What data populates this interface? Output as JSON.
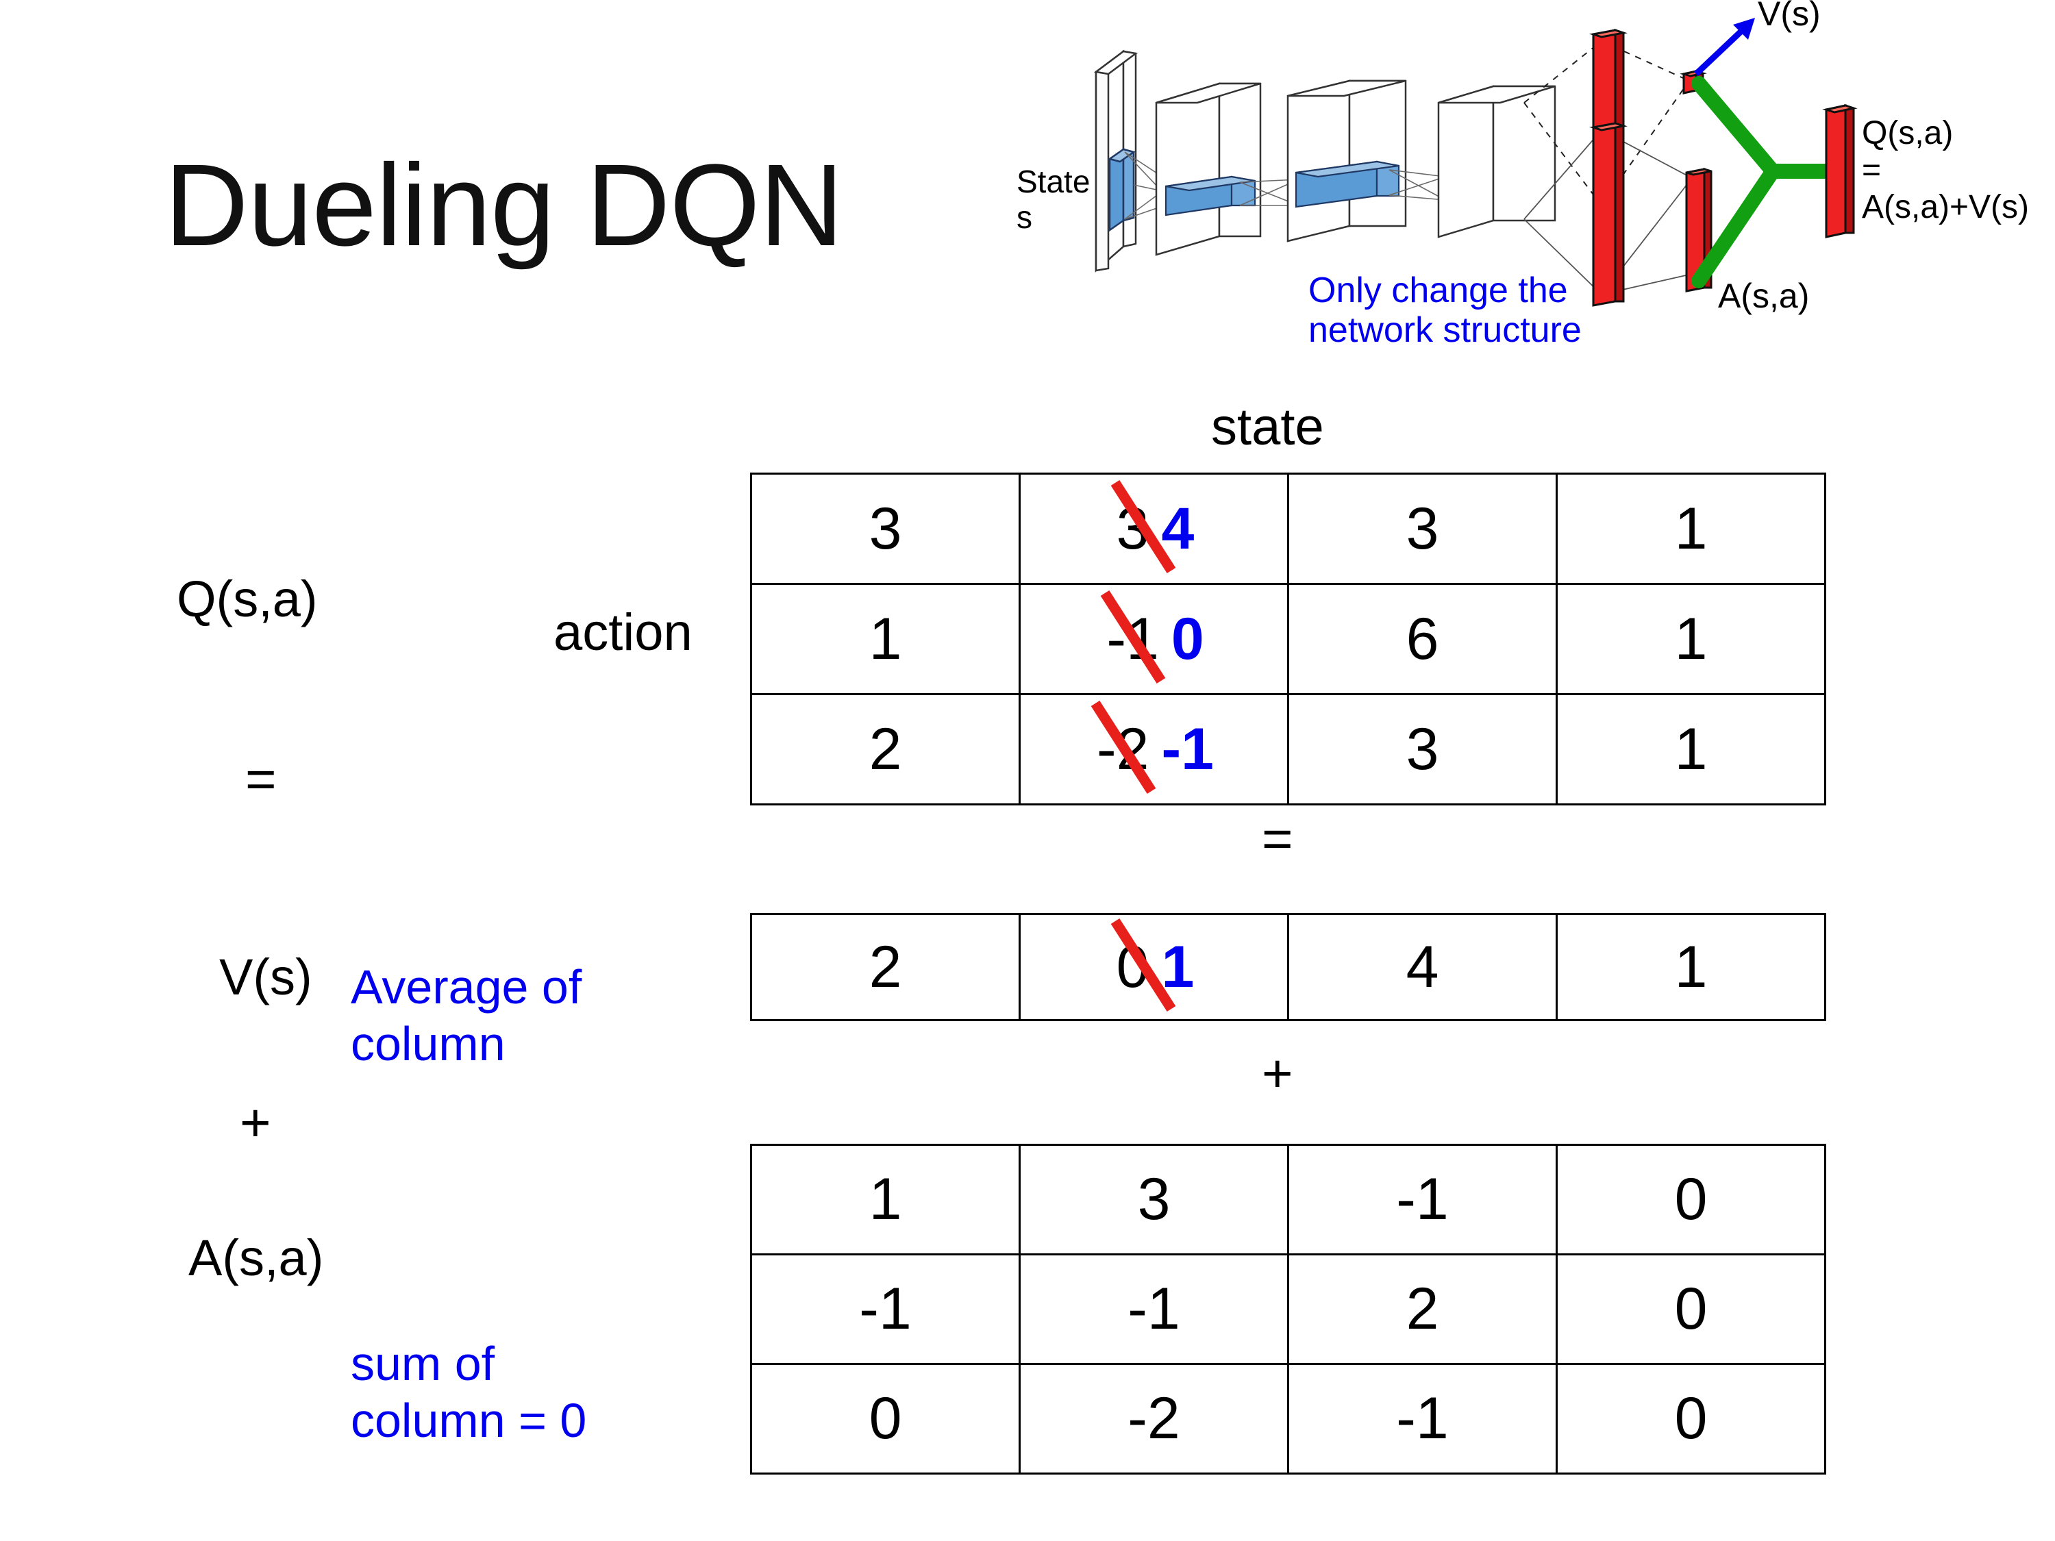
{
  "slide": {
    "title": "Dueling DQN"
  },
  "diagram": {
    "state_label": "State\ns",
    "note": "Only change the\nnetwork structure",
    "v_output_label": "V(s)",
    "a_output_label": "A(s,a)",
    "q_output_label": "Q(s,a)\n= A(s,a)+V(s)",
    "colors": {
      "filter_blue": "#5B9BD5",
      "bar_red": "#EE2222",
      "merge_green": "#12A012",
      "arrow_blue": "#0000EE"
    }
  },
  "labels": {
    "q_label": "Q(s,a)",
    "v_label": "V(s)",
    "a_label": "A(s,a)",
    "action_axis": "action",
    "state_axis": "state",
    "equals_top": "=",
    "plus_left": "+",
    "equals_mid": "=",
    "plus_mid": "+",
    "note_v": "Average of\ncolumn",
    "note_a": "sum of\ncolumn = 0"
  },
  "colors": {
    "correction_blue": "#0000EE",
    "strike_red": "#E8201C",
    "note_blue": "#0000EE",
    "border_black": "#000000"
  },
  "chart_data": {
    "type": "table",
    "title": "Dueling DQN decomposition Q(s,a) = V(s) + A(s,a)",
    "xlabel": "state",
    "ylabel": "action",
    "tables": [
      {
        "name": "Q(s,a)",
        "rows": [
          [
            {
              "value": "3"
            },
            {
              "value": "3",
              "corrected": "4",
              "struck": true
            },
            {
              "value": "3"
            },
            {
              "value": "1"
            }
          ],
          [
            {
              "value": "1"
            },
            {
              "value": "-1",
              "corrected": "0",
              "struck": true
            },
            {
              "value": "6"
            },
            {
              "value": "1"
            }
          ],
          [
            {
              "value": "2"
            },
            {
              "value": "-2",
              "corrected": "-1",
              "struck": true
            },
            {
              "value": "3"
            },
            {
              "value": "1"
            }
          ]
        ]
      },
      {
        "name": "V(s)",
        "rows": [
          [
            {
              "value": "2"
            },
            {
              "value": "0",
              "corrected": "1",
              "struck": true
            },
            {
              "value": "4"
            },
            {
              "value": "1"
            }
          ]
        ]
      },
      {
        "name": "A(s,a)",
        "rows": [
          [
            {
              "value": "1"
            },
            {
              "value": "3"
            },
            {
              "value": "-1"
            },
            {
              "value": "0"
            }
          ],
          [
            {
              "value": "-1"
            },
            {
              "value": "-1"
            },
            {
              "value": "2"
            },
            {
              "value": "0"
            }
          ],
          [
            {
              "value": "0"
            },
            {
              "value": "-2"
            },
            {
              "value": "-1"
            },
            {
              "value": "0"
            }
          ]
        ]
      }
    ]
  }
}
